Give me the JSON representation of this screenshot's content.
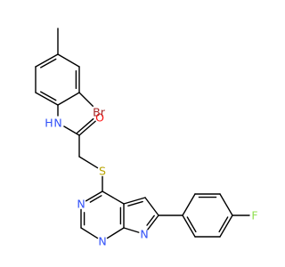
{
  "atoms": [
    {
      "key": "N_amide",
      "symbol": "N",
      "sub": "H",
      "color": "#3050F8"
    },
    {
      "key": "O",
      "symbol": "O",
      "color": "#FF0D0D"
    },
    {
      "key": "Br",
      "symbol": "Br",
      "color": "#A62929"
    },
    {
      "key": "S",
      "symbol": "S",
      "color": "#B8A300"
    },
    {
      "key": "N_pyrazine",
      "symbol": "N",
      "color": "#3050F8"
    },
    {
      "key": "N_bridge",
      "symbol": "N",
      "color": "#3050F8"
    },
    {
      "key": "N_pyrazole",
      "symbol": "N",
      "color": "#3050F8"
    },
    {
      "key": "F",
      "symbol": "F",
      "color": "#90E050"
    }
  ]
}
